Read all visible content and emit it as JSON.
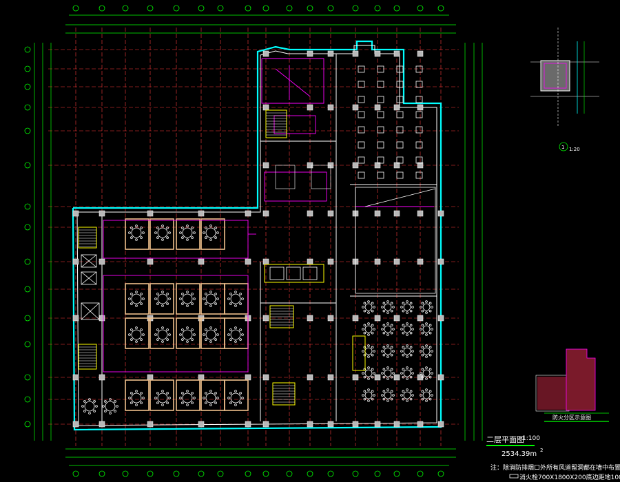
{
  "plan": {
    "title": "二层平面图",
    "scale": "1:100",
    "area_value": "2534.39m",
    "area_superscript": "2",
    "note": "注：除消防排烟口外所有风道留洞都在墙中布置。",
    "legend_text": "消火栓700X1800X200底边距地100"
  },
  "fire_zone": {
    "caption": "防火分区示意图"
  },
  "detail": {
    "caption": "1:20"
  },
  "colors": {
    "background": "#000000",
    "grid": "#ff3b3b",
    "dim": "#00ff00",
    "wall": "#ffffff",
    "partition": "#f0c08c",
    "magenta": "#ff00ff",
    "cyan": "#00ffff",
    "yellow": "#ffff00",
    "hatch": "#d0d0d0"
  }
}
